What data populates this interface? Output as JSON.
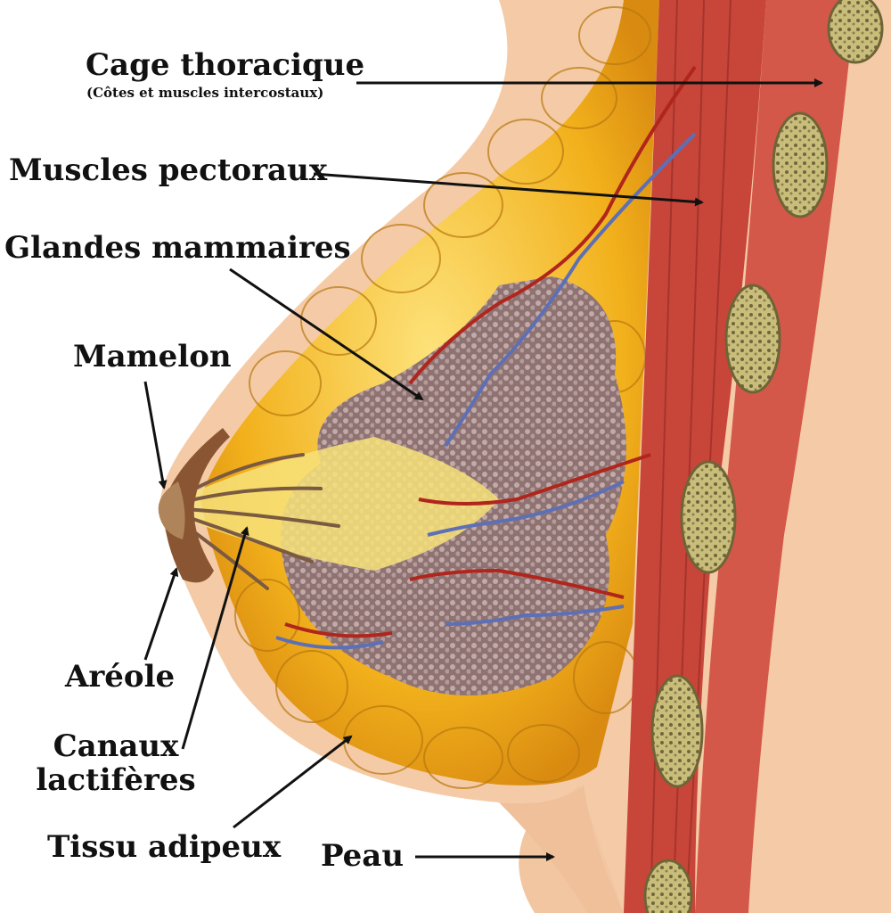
{
  "labels": {
    "cage": "Cage thoracique",
    "cage_sub": "(Côtes et muscles intercostaux)",
    "pectoraux": "Muscles pectoraux",
    "glandes": "Glandes mammaires",
    "mamelon": "Mamelon",
    "areole": "Aréole",
    "canaux_1": "Canaux",
    "canaux_2": "lactifères",
    "adipeux": "Tissu adipeux",
    "peau": "Peau"
  },
  "colors": {
    "skin": "#f3c9a4",
    "fat": "#f2b11c",
    "fat_light": "#fbd96a",
    "gland": "#9c8080",
    "muscle": "#c9463a",
    "rib": "#d9d19a",
    "artery": "#b0251c",
    "vein": "#5d6fb5",
    "arrow": "#111111"
  }
}
